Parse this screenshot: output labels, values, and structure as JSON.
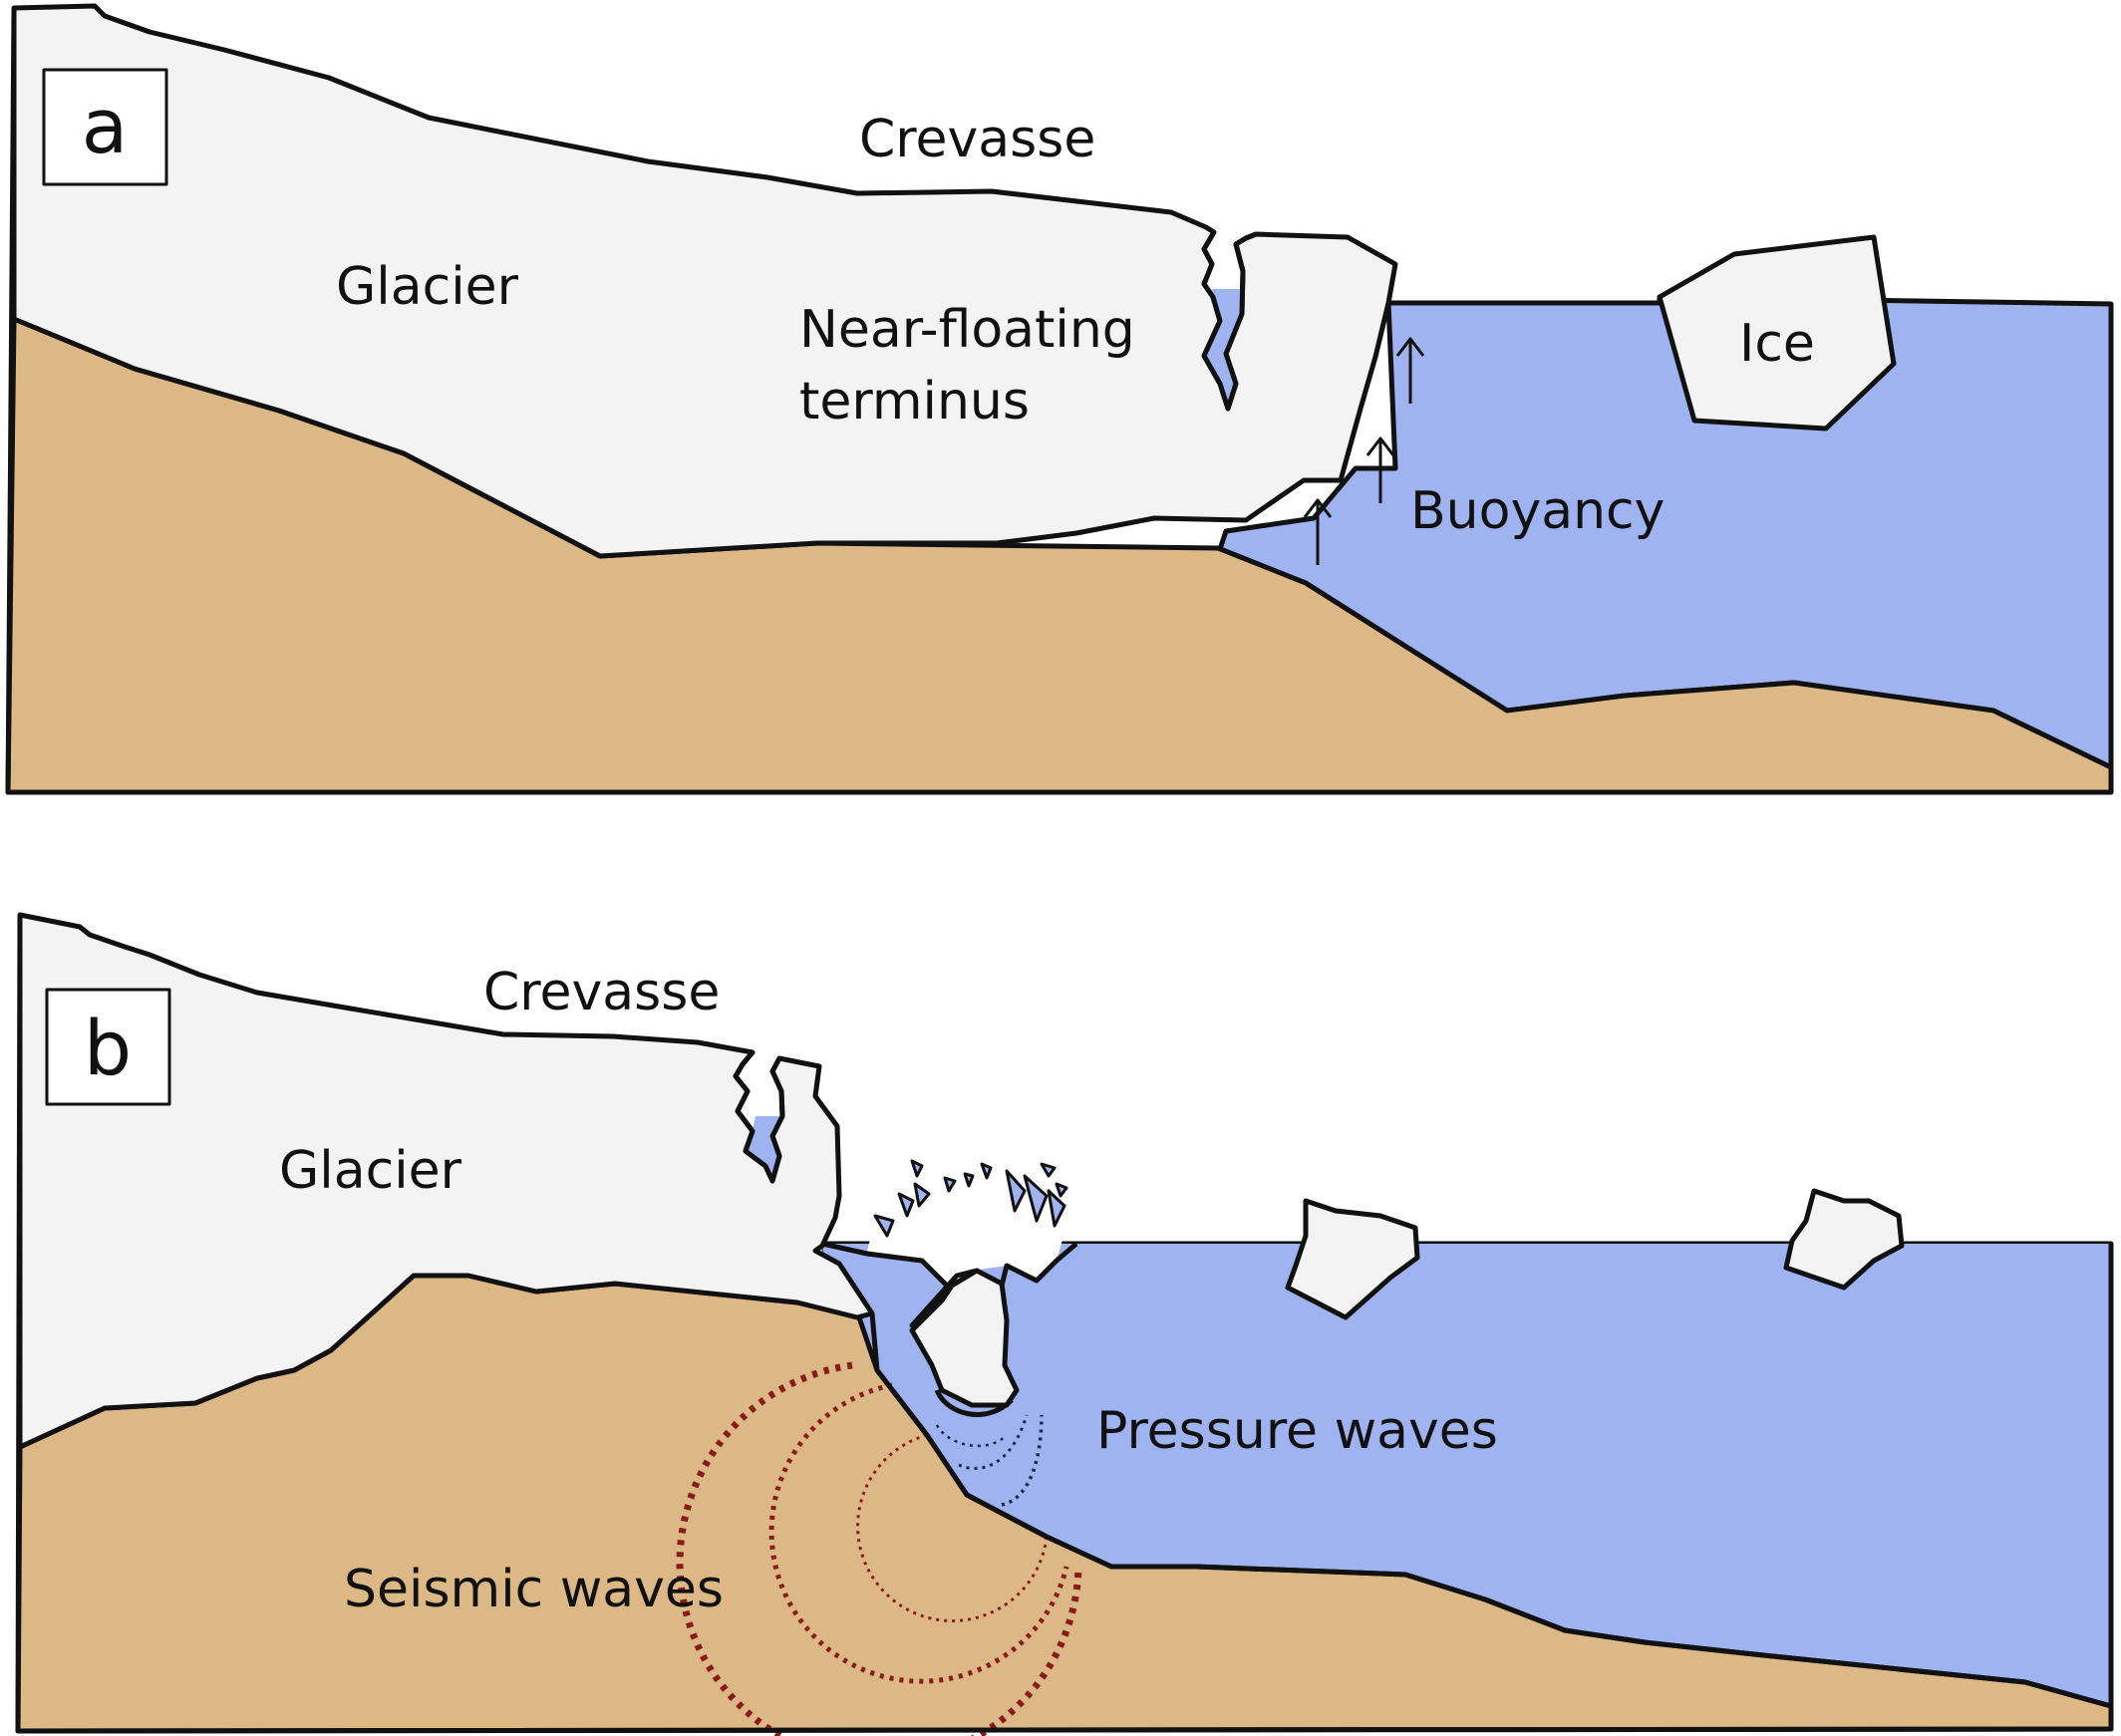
{
  "panels": [
    {
      "id": "a",
      "panel_label": "a",
      "labels": {
        "glacier": "Glacier",
        "crevasse": "Crevasse",
        "terminus_line1": "Near-floating",
        "terminus_line2": "terminus",
        "ice": "Ice",
        "buoyancy": "Buoyancy"
      }
    },
    {
      "id": "b",
      "panel_label": "b",
      "labels": {
        "glacier": "Glacier",
        "crevasse": "Crevasse",
        "pressure_waves": "Pressure waves",
        "seismic_waves": "Seismic waves"
      }
    }
  ],
  "colors": {
    "ice": "#f3f3f3",
    "water": "#9fb3f0",
    "bedrock": "#dcb887",
    "outline": "#111111",
    "seismic_waves": "#8b1a1a",
    "pressure_waves": "#1a2a4a"
  }
}
